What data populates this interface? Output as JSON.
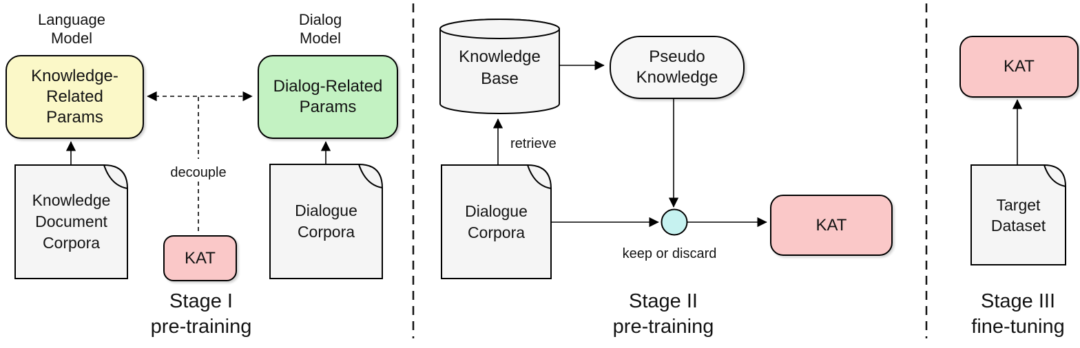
{
  "stage1": {
    "language_model_label": "Language\nModel",
    "dialog_model_label": "Dialog\nModel",
    "knowledge_params_box": "Knowledge-\nRelated\nParams",
    "dialog_params_box": "Dialog-Related\nParams",
    "knowledge_doc": "Knowledge\nDocument\nCorpora",
    "dialogue_doc": "Dialogue\nCorpora",
    "kat_box": "KAT",
    "decouple_label": "decouple",
    "caption": "Stage I\npre-training"
  },
  "stage2": {
    "knowledge_base": "Knowledge\nBase",
    "pseudo_knowledge": "Pseudo\nKnowledge",
    "dialogue_doc": "Dialogue\nCorpora",
    "retrieve_label": "retrieve",
    "keep_or_discard_label": "keep or discard",
    "kat_box": "KAT",
    "caption": "Stage II\npre-training"
  },
  "stage3": {
    "kat_box": "KAT",
    "target_doc": "Target\nDataset",
    "caption": "Stage III\nfine-tuning"
  },
  "colors": {
    "knowledge_params_fill": "#FBF8C8",
    "dialog_params_fill": "#C3F2C2",
    "kat_fill": "#FAC8C8",
    "merge_node_fill": "#C6F2F0",
    "shape_fill": "#F5F5F5",
    "stroke": "#000000"
  }
}
